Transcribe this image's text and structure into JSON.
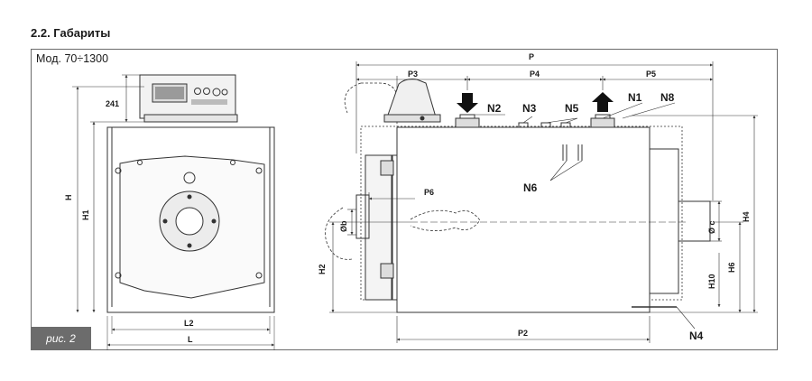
{
  "section_title": "2.2. Габариты",
  "model_label": "Мод. 70÷1300",
  "figure_label": "рис. 2",
  "front_view": {
    "dims": {
      "panel_height": "241",
      "H": "H",
      "H1": "H1",
      "L2": "L2",
      "L": "L"
    }
  },
  "side_view": {
    "dims": {
      "P": "P",
      "P2": "P2",
      "P3": "P3",
      "P4": "P4",
      "P5": "P5",
      "P6": "P6",
      "H2": "H2",
      "H4": "H4",
      "H6": "H6",
      "H10": "H10",
      "b": "Øb",
      "c": "Ø c"
    },
    "connections": {
      "N1": "N1",
      "N2": "N2",
      "N3": "N3",
      "N4": "N4",
      "N5": "N5",
      "N6": "N6",
      "N8": "N8"
    }
  }
}
